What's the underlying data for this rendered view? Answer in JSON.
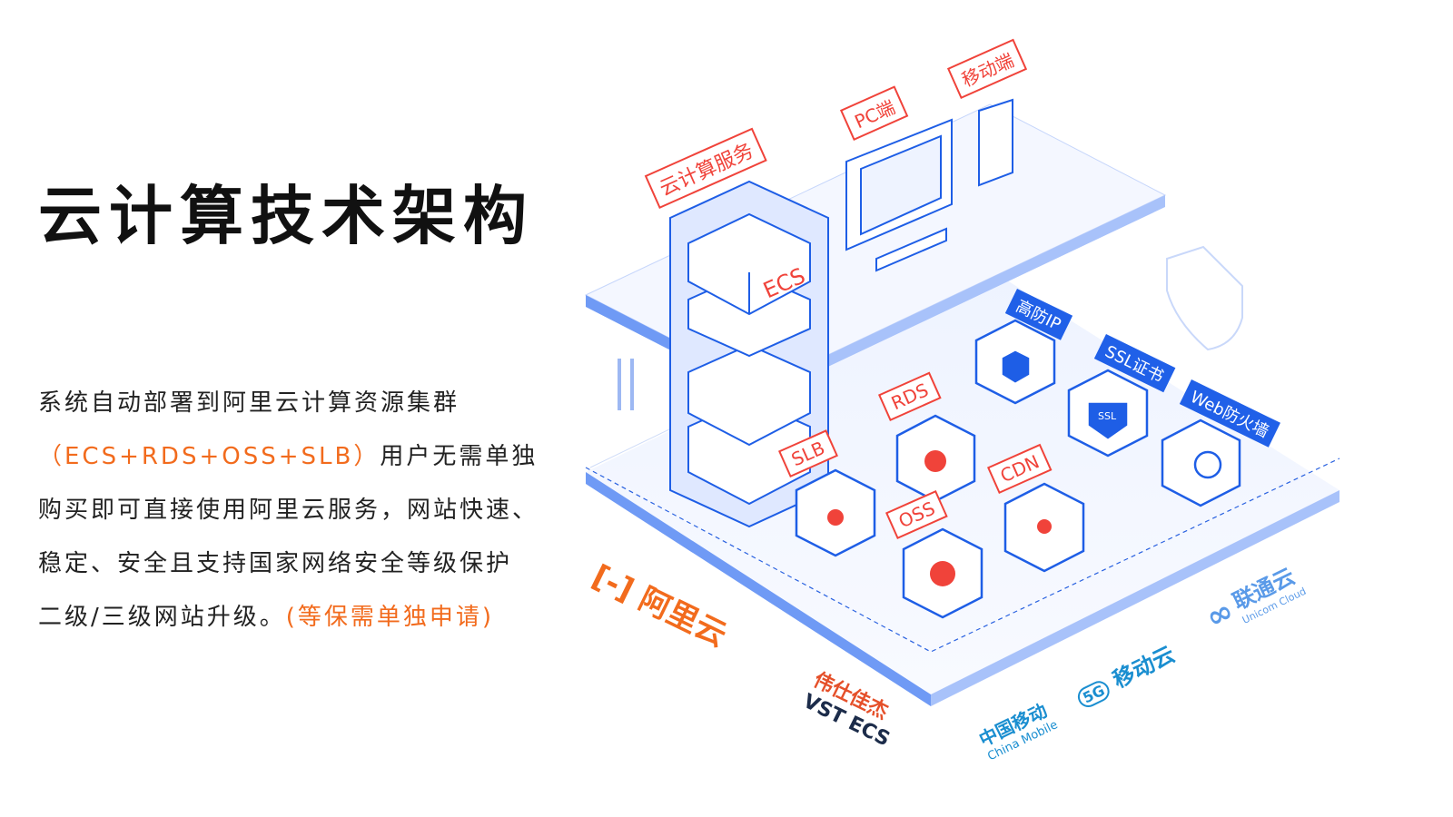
{
  "title": "云计算技术架构",
  "description": {
    "line1": "系统自动部署到阿里云计算资源集群",
    "highlight1": "（ECS+RDS+OSS+SLB）",
    "line2_rest": "用户无需单独",
    "line3": "购买即可直接使用阿里云服务，网站快速、",
    "line4": "稳定、安全且支持国家网络安全等级保护",
    "line5": "二级/三级网站升级。",
    "highlight2": "(等保需单独申请)"
  },
  "diagram": {
    "red_labels": [
      "云计算服务",
      "PC端",
      "移动端",
      "ECS",
      "RDS",
      "SLB",
      "OSS",
      "CDN"
    ],
    "blue_labels": [
      "高防IP",
      "SSL证书",
      "Web防火墙"
    ],
    "ssl_badge": "SSL"
  },
  "logos": {
    "aliyun": "阿里云",
    "vstecs_cn": "伟仕佳杰",
    "vstecs_en": "VST ECS",
    "china_mobile_cn": "中国移动",
    "china_mobile_en": "China Mobile",
    "mobile_cloud": "移动云",
    "unicom_cn": "联通云",
    "unicom_en": "Unicom Cloud"
  },
  "colors": {
    "accent_orange": "#f26b1d",
    "label_red": "#f0433a",
    "line_blue": "#1e5ee6"
  }
}
